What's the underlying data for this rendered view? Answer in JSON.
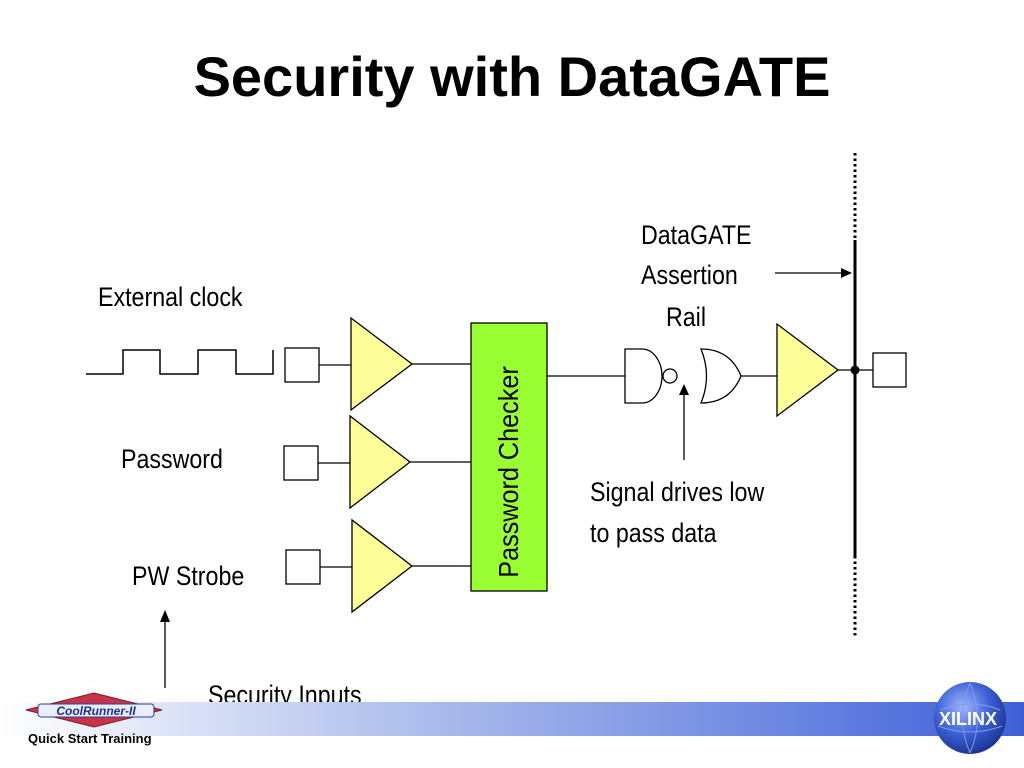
{
  "title": "Security with DataGATE",
  "labels": {
    "external_clock": "External clock",
    "password": "Password",
    "pw_strobe": "PW Strobe",
    "security_inputs": "Security Inputs",
    "password_checker": "Password Checker",
    "datagate_line1": "DataGATE",
    "datagate_line2": "Assertion",
    "datagate_line3": "Rail",
    "signal_line1": "Signal drives low",
    "signal_line2": "to pass data"
  },
  "footer": {
    "coolrunner_logo_text": "CoolRunner-II",
    "quick_start": "Quick Start Training",
    "xilinx_logo_text": "XILINX"
  },
  "colors": {
    "buffer_fill": "#ffff99",
    "checker_fill": "#99ff33",
    "footer_blue": "#3f5fd6"
  }
}
